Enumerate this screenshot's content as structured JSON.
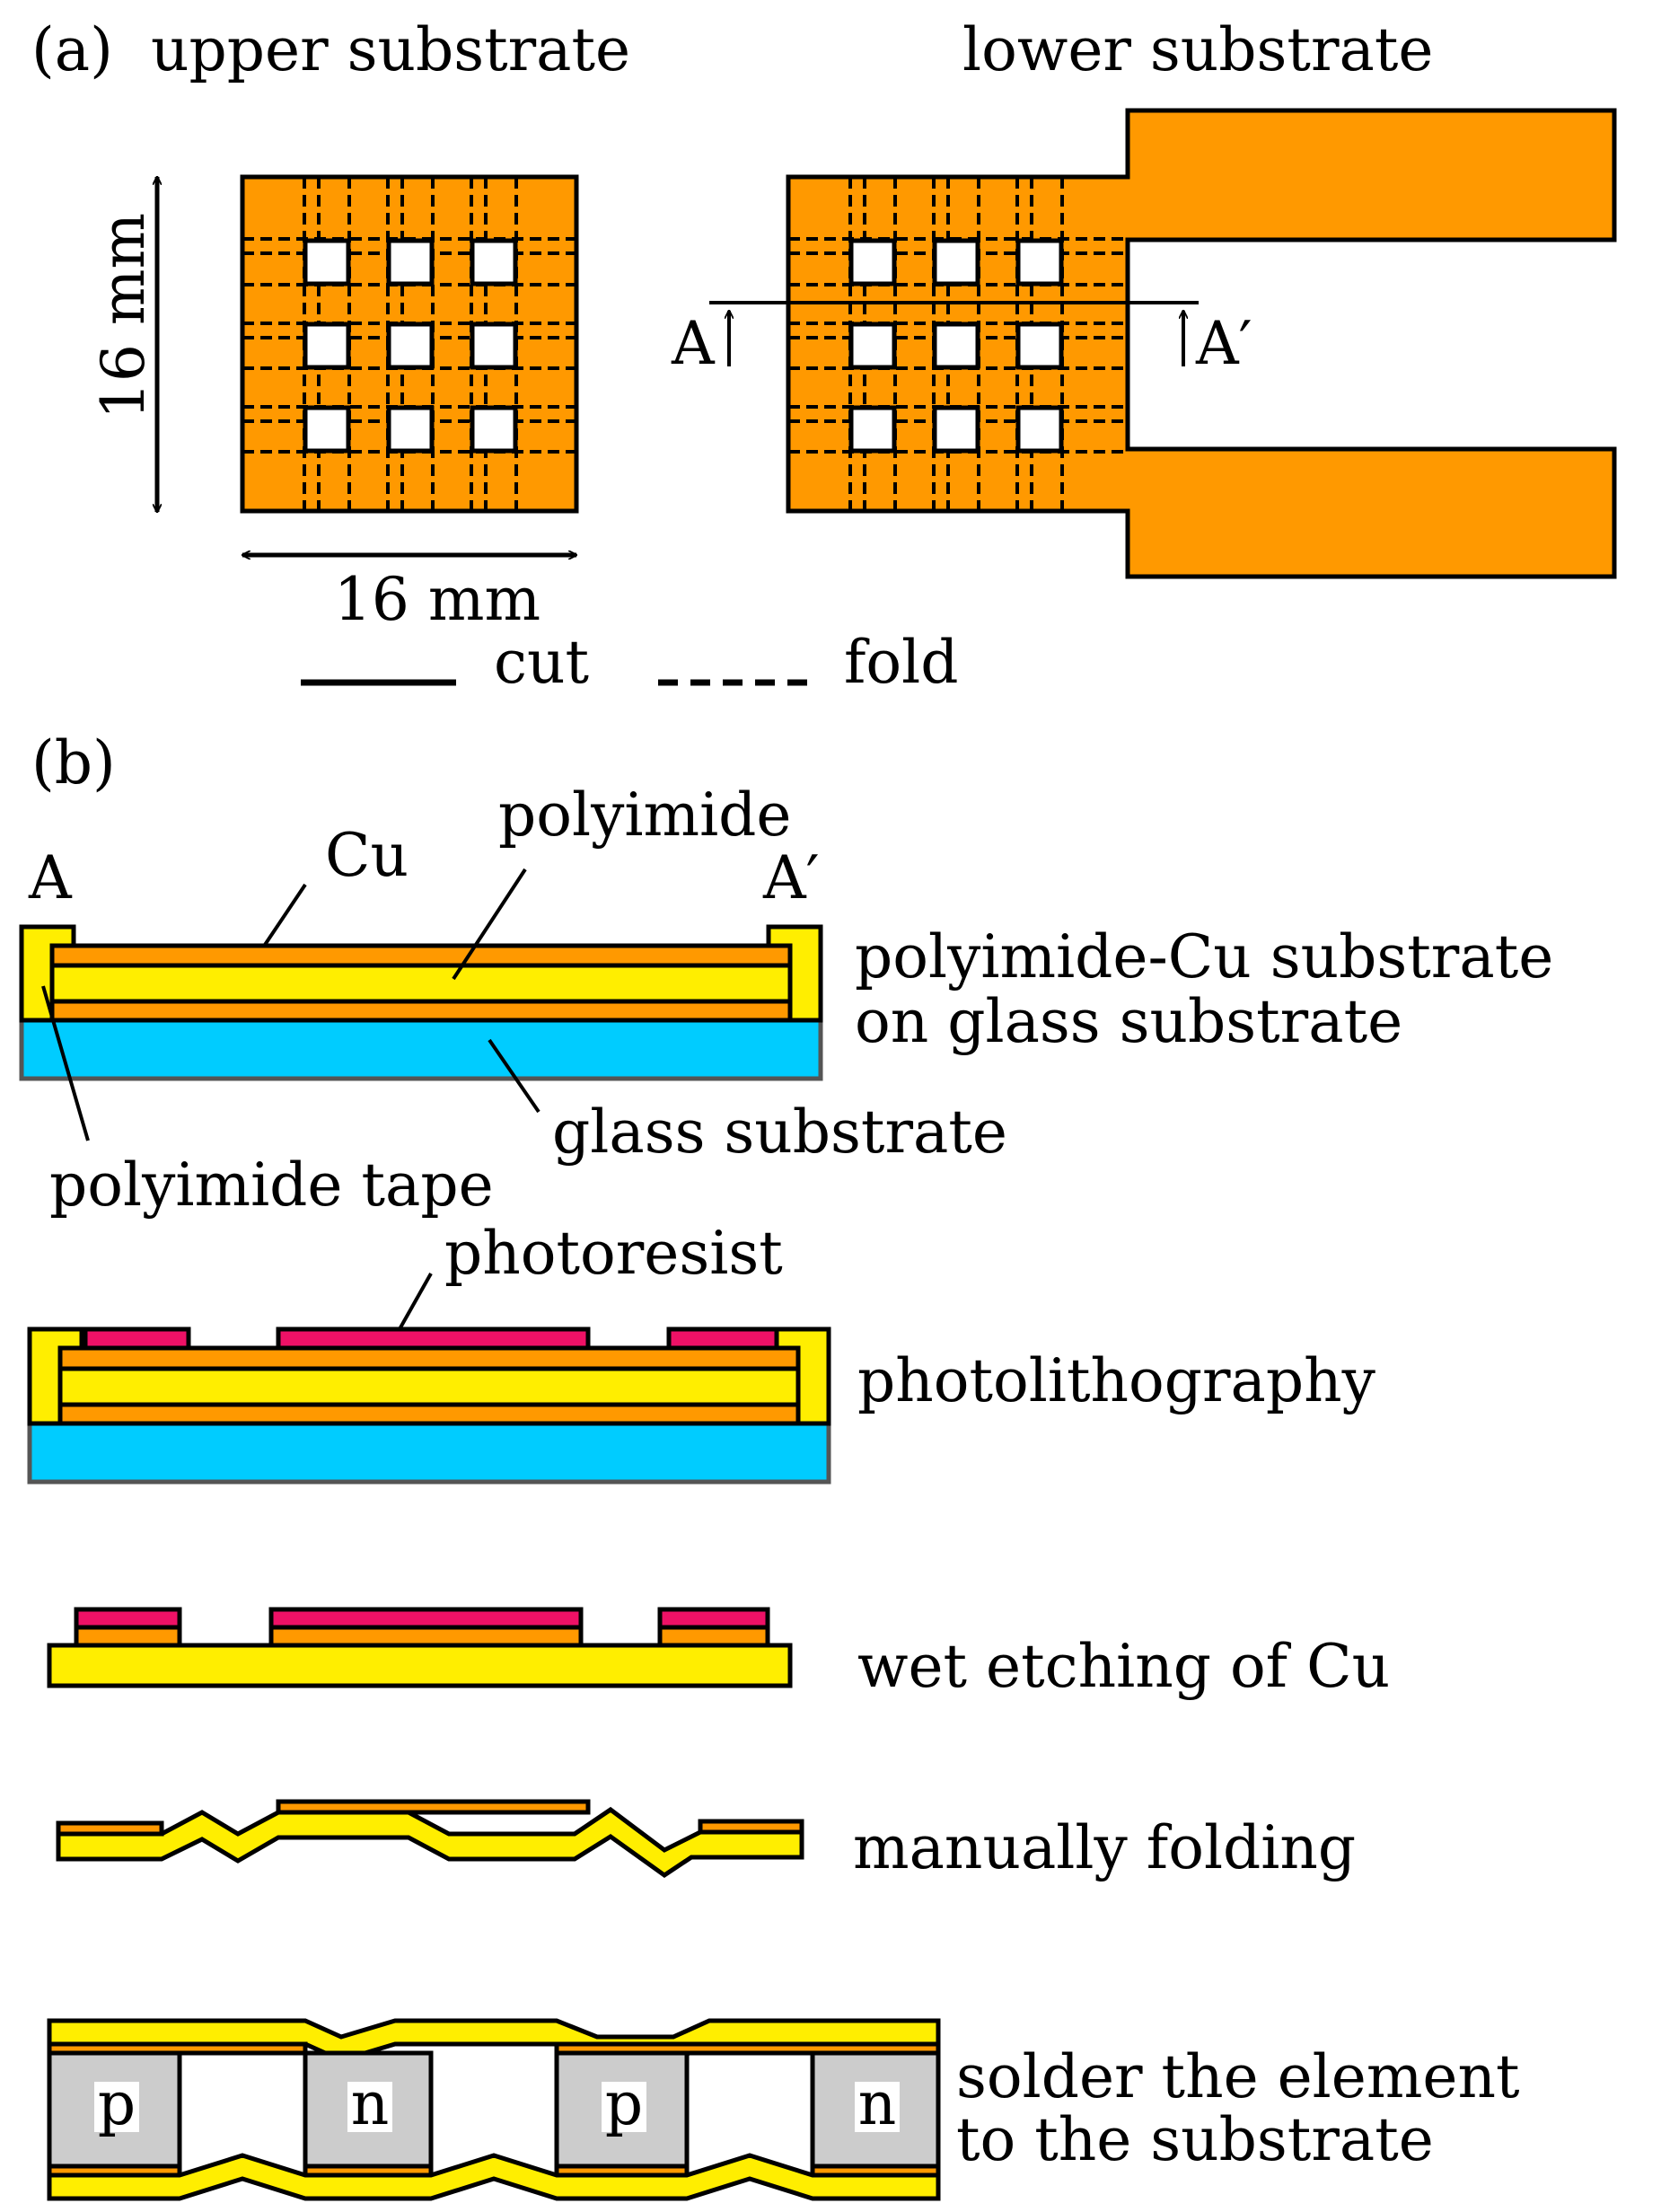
{
  "panel_a": {
    "label": "(a)",
    "upper_title": "upper substrate",
    "lower_title": "lower substrate",
    "dim_vertical": "16 mm",
    "dim_horizontal": "16 mm",
    "section_left": "A",
    "section_right": "A′",
    "legend_cut": "cut",
    "legend_fold": "fold"
  },
  "panel_b": {
    "label": "(b)",
    "label_A": "A",
    "label_A_prime": "A′",
    "label_cu": "Cu",
    "label_polyimide": "polyimide",
    "label_glass": "glass substrate",
    "label_tape": "polyimide tape",
    "label_photoresist": "photoresist",
    "step1_line1": "polyimide-Cu substrate",
    "step1_line2": "on glass substrate",
    "step2": "photolithography",
    "step3": "wet etching of Cu",
    "step4": "manually folding",
    "step5_line1": "solder the element",
    "step5_line2": "to the substrate",
    "element_p1": "p",
    "element_n1": "n",
    "element_p2": "p",
    "element_n2": "n"
  },
  "colors": {
    "copper": "#FF9900",
    "polyimide": "#FFEE00",
    "glass": "#00CCFF",
    "photoresist": "#EE1166",
    "element": "#CCCCCC"
  }
}
